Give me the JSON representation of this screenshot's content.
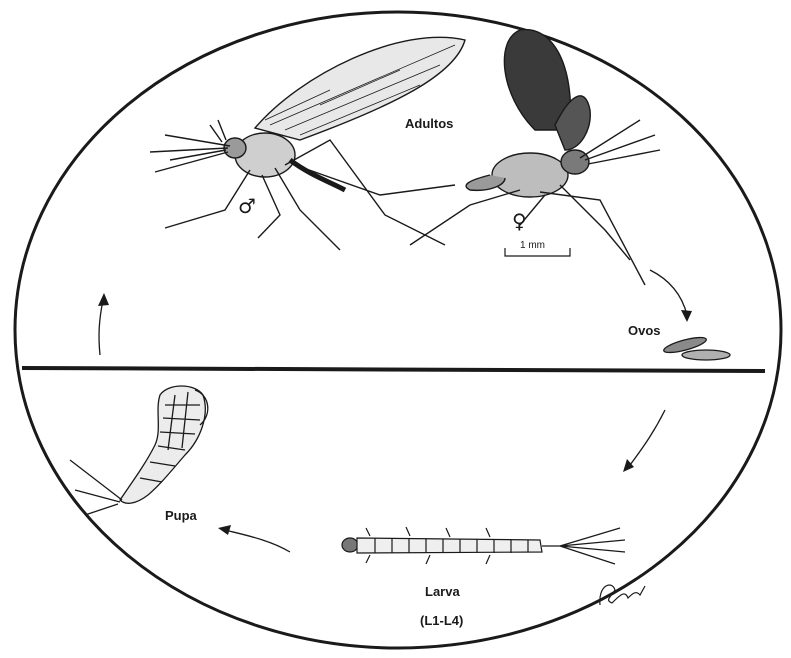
{
  "labels": {
    "adults": "Adultos",
    "eggs": "Ovos",
    "pupa": "Pupa",
    "larva": "Larva",
    "larva_stages": "(L1-L4)",
    "scale": "1 mm",
    "male_symbol": "♂",
    "female_symbol": "♀"
  },
  "icons": {
    "male": "male-adult-insect",
    "female": "female-adult-insect",
    "eggs": "eggs",
    "larva": "larva",
    "pupa": "pupa",
    "signature": "artist-signature"
  },
  "colors": {
    "ink": "#1a1a1a",
    "background": "#ffffff"
  }
}
